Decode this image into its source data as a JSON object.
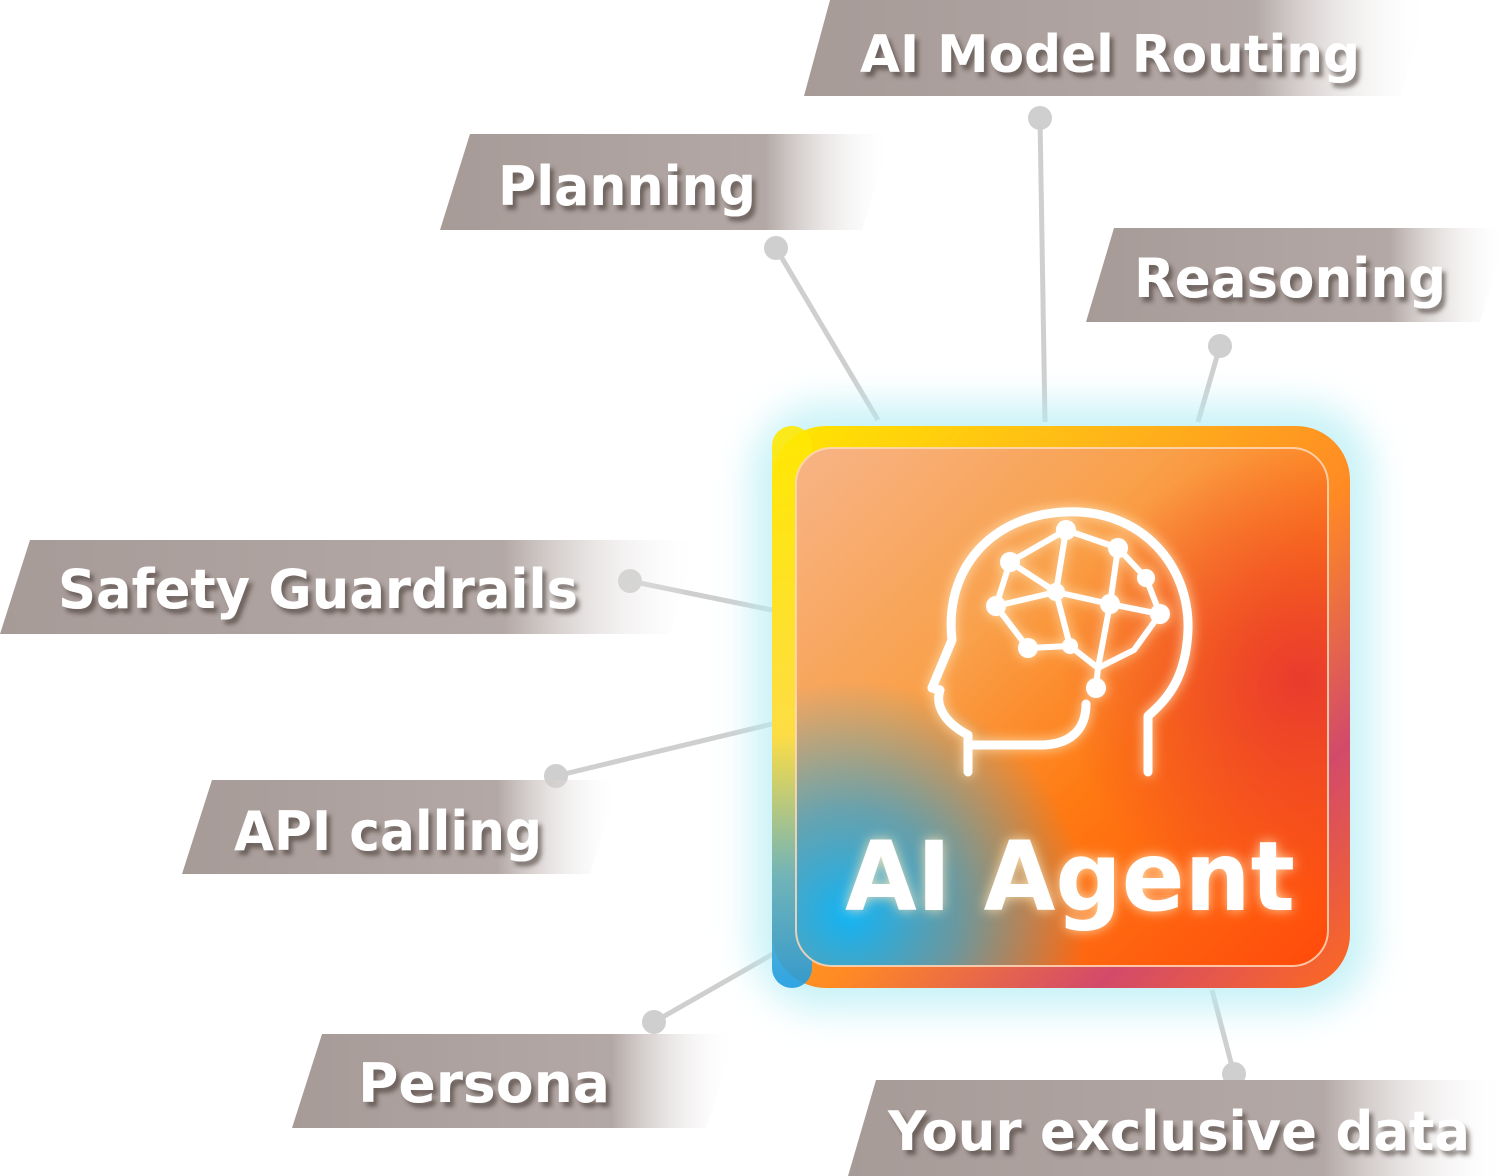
{
  "center": {
    "title": "AI Agent",
    "icon": "brain-network-head-icon"
  },
  "labels": {
    "model_routing": "AI Model Routing",
    "planning": "Planning",
    "reasoning": "Reasoning",
    "safety": "Safety Guardrails",
    "api": "API calling",
    "persona": "Persona",
    "data": "Your exclusive data"
  },
  "colors": {
    "label_bg": "#ab9f9c",
    "connector": "#cfcfcf",
    "card_orange": "#ff7a18",
    "card_red": "#f0402a",
    "card_blue": "#16a9f0",
    "border_yellow": "#ffe600"
  }
}
